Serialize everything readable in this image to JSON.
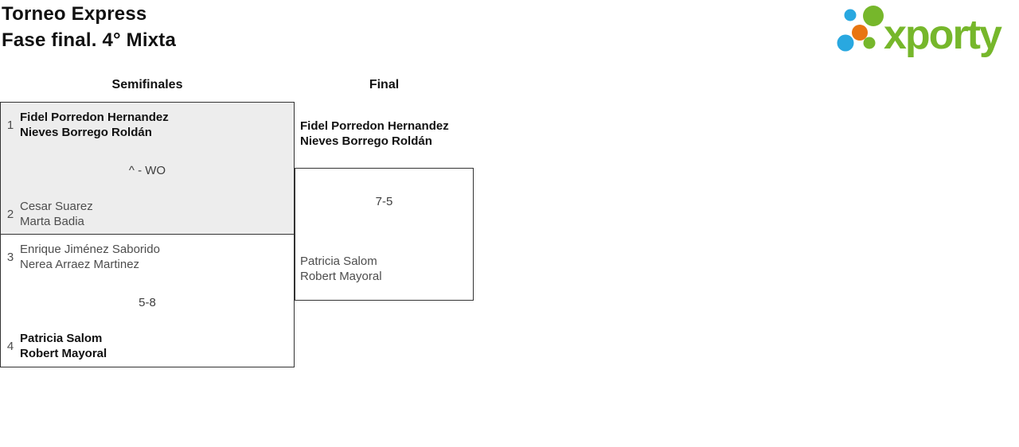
{
  "header": {
    "title": "Torneo Express",
    "subtitle": "Fase final. 4° Mixta"
  },
  "logo": {
    "wordmark": "xporty",
    "colors": {
      "green": "#76b72b",
      "blue": "#29a8e0",
      "orange": "#e87511"
    }
  },
  "bracket": {
    "rounds": [
      {
        "label": "Semifinales",
        "matches": [
          {
            "team1": {
              "seed": "1",
              "players": [
                "Fidel Porredon Hernandez",
                "Nieves Borrego Roldán"
              ],
              "winner": true
            },
            "score": "^ - WO",
            "team2": {
              "seed": "2",
              "players": [
                "Cesar Suarez",
                "Marta Badia"
              ],
              "winner": false
            }
          },
          {
            "team1": {
              "seed": "3",
              "players": [
                "Enrique Jiménez Saborido",
                "Nerea Arraez Martinez"
              ],
              "winner": false
            },
            "score": "5-8",
            "team2": {
              "seed": "4",
              "players": [
                "Patricia Salom",
                "Robert Mayoral"
              ],
              "winner": true
            }
          }
        ]
      },
      {
        "label": "Final",
        "matches": [
          {
            "team1": {
              "players": [
                "Fidel Porredon Hernandez",
                "Nieves Borrego Roldán"
              ],
              "winner": true
            },
            "score": "7-5",
            "team2": {
              "players": [
                "Patricia Salom",
                "Robert Mayoral"
              ],
              "winner": false
            }
          }
        ]
      }
    ]
  }
}
